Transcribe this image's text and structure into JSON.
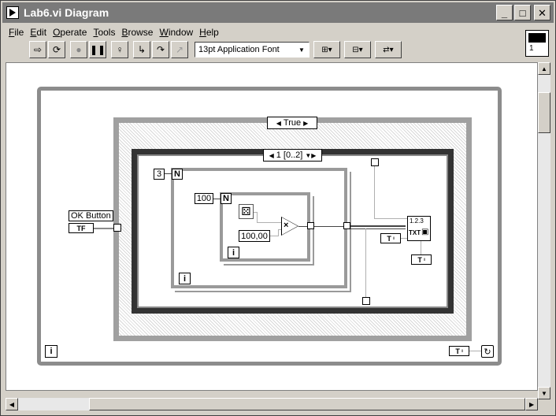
{
  "window": {
    "title": "Lab6.vi Diagram",
    "controls": {
      "minimize": "_",
      "maximize": "□",
      "close": "✕"
    }
  },
  "menu": {
    "items": [
      {
        "key": "F",
        "rest": "ile"
      },
      {
        "key": "E",
        "rest": "dit"
      },
      {
        "key": "O",
        "rest": "perate"
      },
      {
        "key": "T",
        "rest": "ools"
      },
      {
        "key": "B",
        "rest": "rowse"
      },
      {
        "key": "W",
        "rest": "indow"
      },
      {
        "key": "H",
        "rest": "elp"
      }
    ]
  },
  "toolbar": {
    "font_selector": "13pt Application Font",
    "connector_number": "1"
  },
  "diagram": {
    "case_selector": "True",
    "sequence_selector": "1 [0..2]",
    "outer_for_count": "3",
    "outer_for_label": "N",
    "inner_for_count": "100",
    "inner_for_label": "N",
    "multiply_constant": "100,00",
    "iteration_label": "i",
    "multiply_symbol": "×",
    "control_label": "OK Button",
    "control_terminal": "TF",
    "string_terminal": "T",
    "write_file_label": "TXT",
    "write_file_top": "1.2.3"
  }
}
